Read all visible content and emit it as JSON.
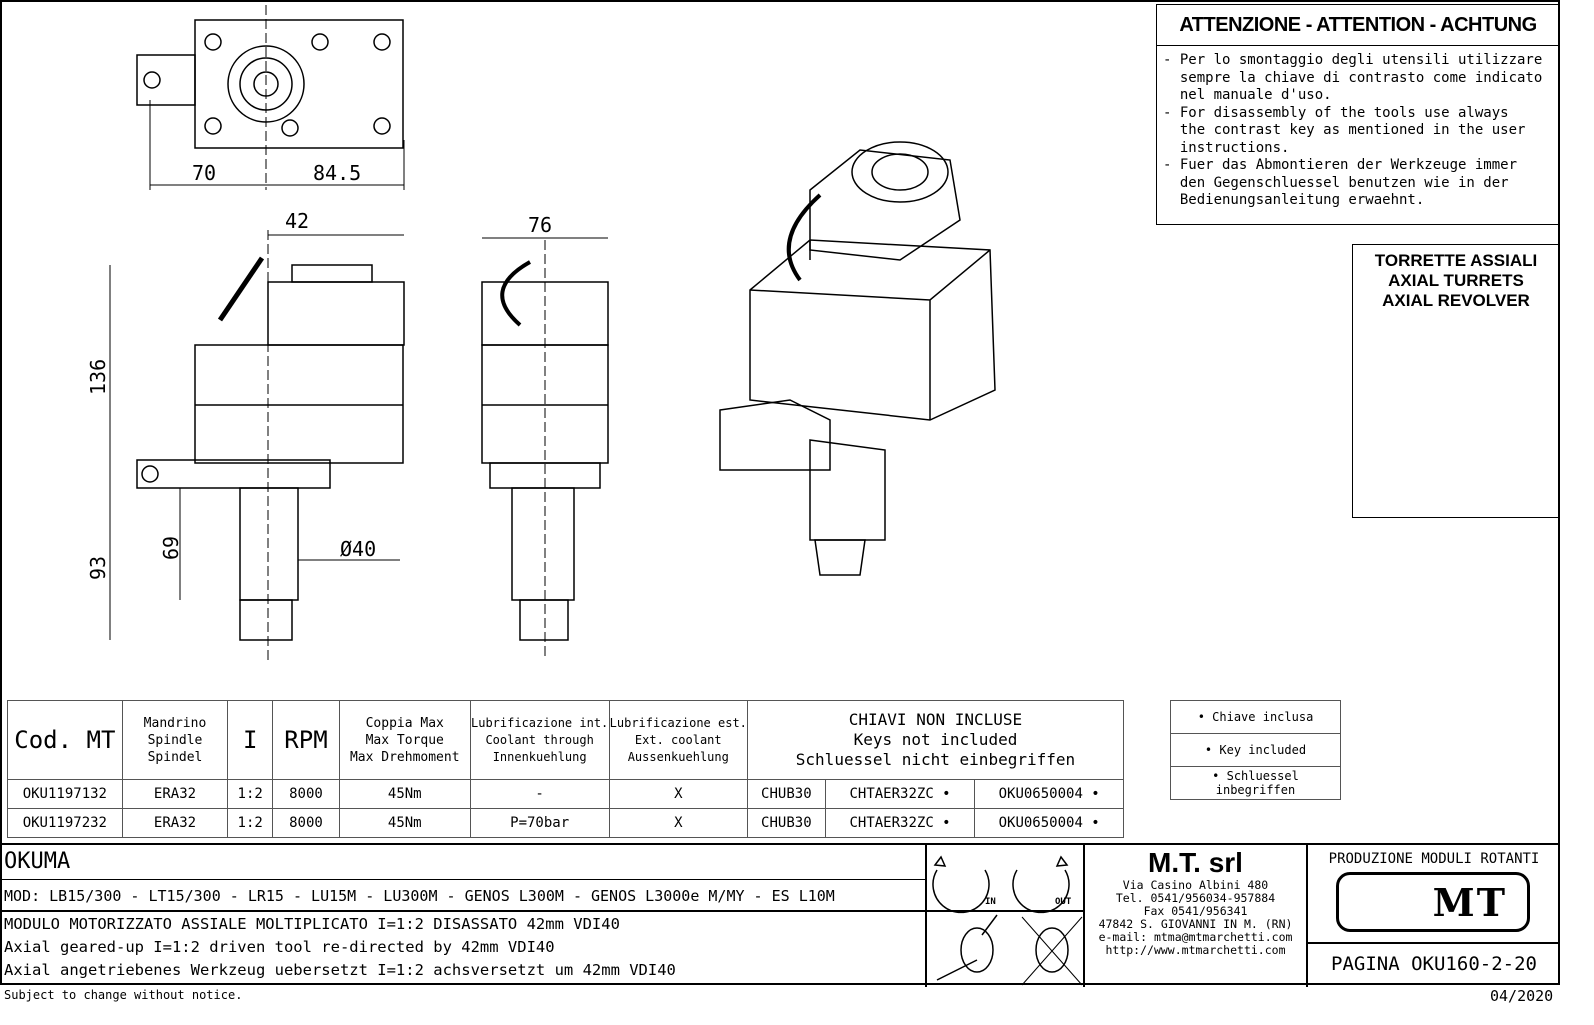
{
  "attention": {
    "title": "ATTENZIONE - ATTENTION - ACHTUNG",
    "body": "- Per lo smontaggio degli utensili utilizzare\n  sempre la chiave di contrasto come indicato\n  nel manuale d'uso.\n- For disassembly of the tools use always\n  the contrast key as mentioned in the user\n  instructions.\n- Fuer das Abmontieren der Werkzeuge immer\n  den Gegenschluessel benutzen wie in der\n  Bedienungsanleitung erwaehnt."
  },
  "turret": {
    "lines": [
      "TORRETTE ASSIALI",
      "AXIAL TURRETS",
      "AXIAL REVOLVER"
    ]
  },
  "dimensions": {
    "d70": "70",
    "d84": "84.5",
    "d42": "42",
    "d76": "76",
    "d136": "136",
    "d93": "93",
    "d69": "69",
    "d40": "Ø40"
  },
  "table": {
    "headers": [
      "Cod. MT",
      "Mandrino\nSpindle\nSpindel",
      "I",
      "RPM",
      "Coppia Max\nMax Torque\nMax Drehmoment",
      "Lubrificazione int.\nCoolant through\nInnenkuehlung",
      "Lubrificazione est.\nExt. coolant\nAussenkuehlung",
      "CHIAVI NON INCLUSE\nKeys not included\nSchluessel nicht einbegriffen"
    ],
    "rows": [
      [
        "OKU1197132",
        "ERA32",
        "1:2",
        "8000",
        "45Nm",
        "-",
        "X",
        "CHUB30",
        "CHTAER32ZC •",
        "OKU0650004 •"
      ],
      [
        "OKU1197232",
        "ERA32",
        "1:2",
        "8000",
        "45Nm",
        "P=70bar",
        "X",
        "CHUB30",
        "CHTAER32ZC •",
        "OKU0650004 •"
      ]
    ]
  },
  "key_legend": [
    "• Chiave inclusa",
    "• Key included",
    "• Schluessel inbegriffen"
  ],
  "title_block": {
    "brand": "OKUMA",
    "models": "MOD: LB15/300 - LT15/300 - LR15 - LU15M - LU300M - GENOS L300M - GENOS L3000e M/MY - ES L10M",
    "desc_it": "MODULO MOTORIZZATO ASSIALE MOLTIPLICATO I=1:2 DISASSATO 42mm VDI40",
    "desc_en": "Axial geared-up I=1:2 driven tool re-directed by 42mm VDI40",
    "desc_de": "Axial angetriebenes Werkzeug uebersetzt I=1:2 achsversetzt um 42mm VDI40",
    "in_label": "IN",
    "out_label": "OUT",
    "company": "M.T. srl",
    "address": [
      "Via Casino Albini 480",
      "Tel. 0541/956034-957884",
      "Fax 0541/956341",
      "47842 S. GIOVANNI IN M. (RN)",
      "e-mail: mtma@mtmarchetti.com",
      "http://www.mtmarchetti.com"
    ],
    "production": "PRODUZIONE MODULI ROTANTI",
    "logo": "MT",
    "page": "PAGINA OKU160-2-20"
  },
  "footer": {
    "notice": "Subject to change without notice.",
    "date": "04/2020"
  }
}
